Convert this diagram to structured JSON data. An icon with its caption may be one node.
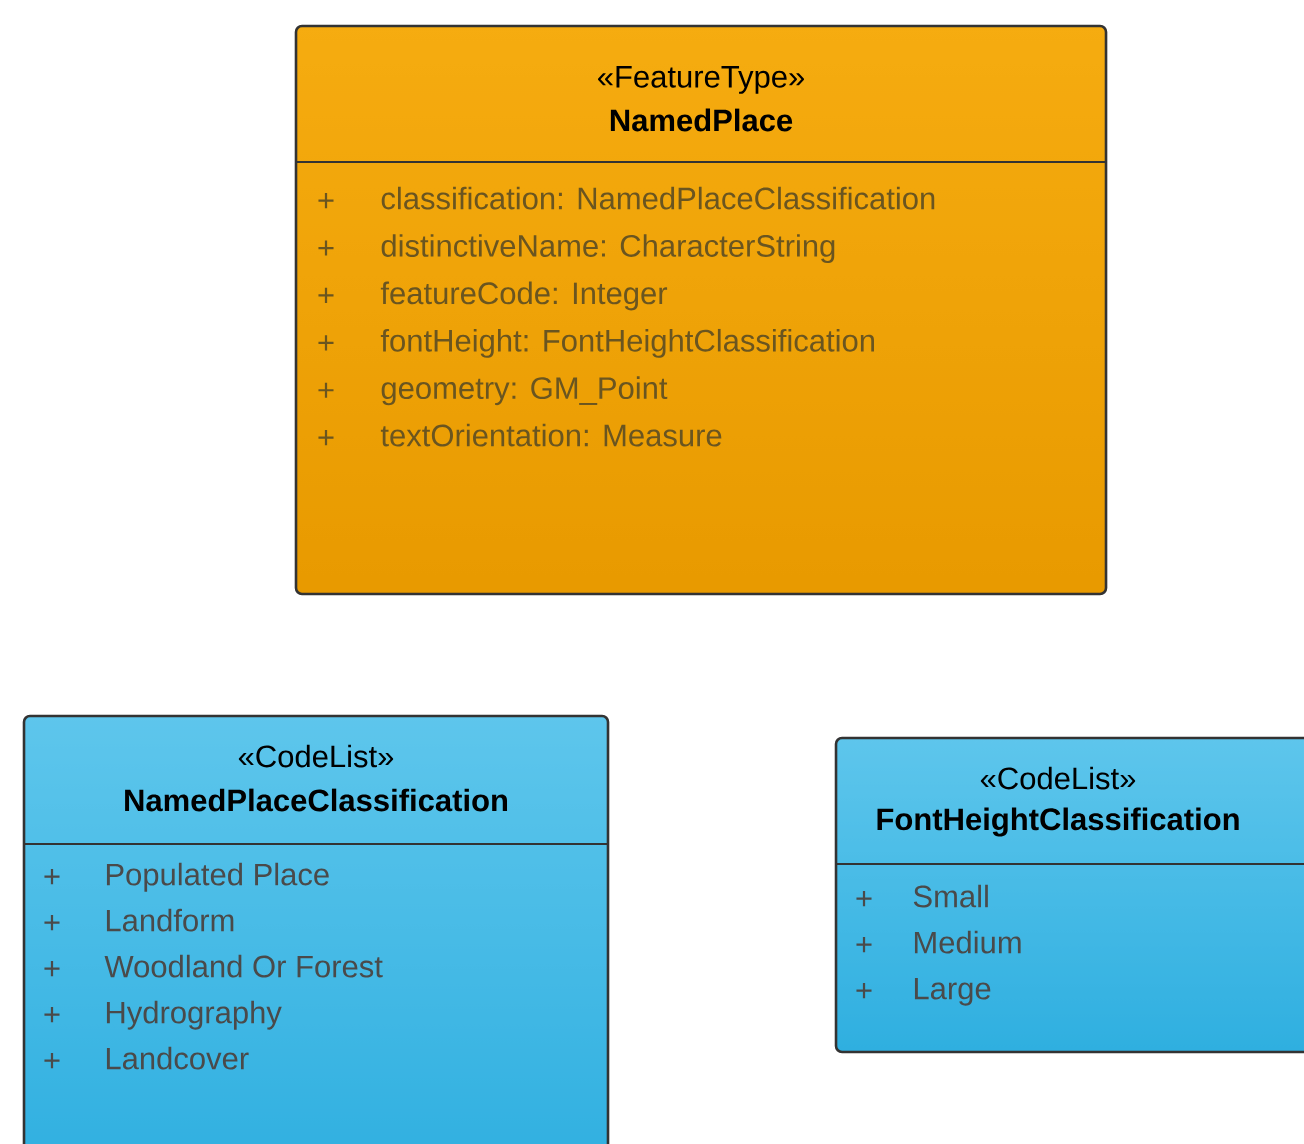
{
  "diagram": {
    "nodes": [
      {
        "text": [
          "«FeatureType»",
          "NamedPlace",
          "+",
          "classification: NamedPlaceClassification",
          "+",
          "distinctiveName: CharacterString",
          "+",
          "featureCode: Integer",
          "+",
          "fontHeight: FontHeightClassification",
          "+",
          "geometry: GM_Point",
          "+",
          "textOrientation: Measure"
        ]
      },
      {
        "text": [
          "«CodeList»",
          "NamedPlaceClassification",
          "+",
          "Populated Place",
          "+",
          "Landform",
          "+",
          "Woodland Or Forest",
          "+",
          "Hydrography",
          "+",
          "Landcover"
        ]
      },
      {
        "text": [
          "«CodeList»",
          "FontHeightClassification",
          "+",
          "Small",
          "+",
          "Medium",
          "+",
          "Large"
        ]
      }
    ],
    "edges": []
  }
}
